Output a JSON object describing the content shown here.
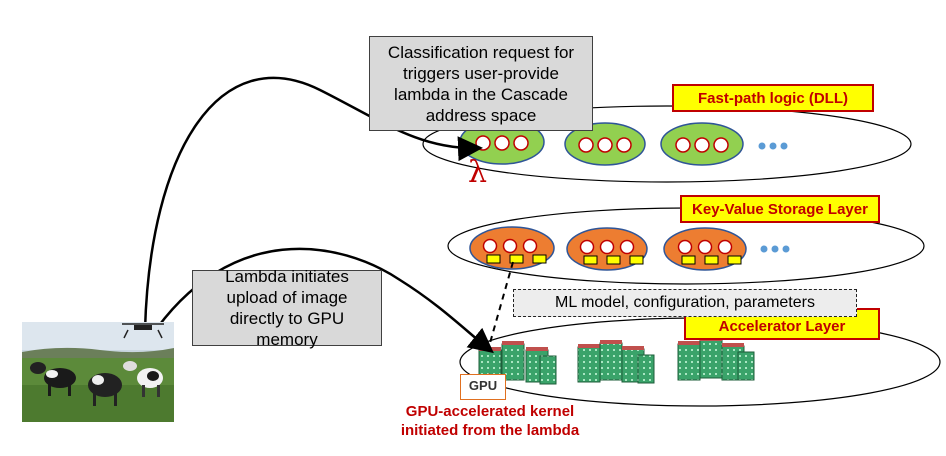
{
  "callouts": {
    "classification": "Classification request for triggers user-provide lambda in the Cascade address space",
    "upload": "Lambda initiates upload of image directly to GPU memory"
  },
  "layers": {
    "fast_path": "Fast-path logic (DLL)",
    "kv_storage": "Key-Value Storage Layer",
    "accelerator": "Accelerator Layer"
  },
  "ml_box": "ML model, configuration, parameters",
  "lambda_symbol": "λ",
  "gpu_chip_label": "GPU",
  "gpu_caption": {
    "line1": "GPU-accelerated kernel",
    "line2": "initiated from the lambda"
  },
  "colors": {
    "fast_path_node": "#92d050",
    "kv_node": "#ed7d31",
    "kv_key": "#ffff00",
    "gpu_card": "#2e8b57",
    "gpu_card_top": "#c0504d",
    "label_bg": "#ffff00",
    "label_text": "#c00000",
    "ellipsis_dots": "#5b9bd5"
  }
}
